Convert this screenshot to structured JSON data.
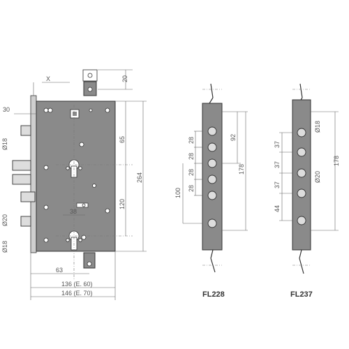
{
  "main_lock": {
    "top_dims": [
      "20",
      "X"
    ],
    "left_dims": [
      "30",
      "Ø18",
      "Ø20",
      "Ø18"
    ],
    "inner_dims": [
      "65",
      "120",
      "38"
    ],
    "outer_dims": [
      "264"
    ],
    "bottom_dims": [
      "63",
      "136 (E. 60)",
      "146 (E. 70)"
    ]
  },
  "fl228": {
    "label": "FL228",
    "left_dims": [
      "28",
      "28",
      "28",
      "28",
      "100"
    ],
    "right_dims": [
      "92",
      "178"
    ]
  },
  "fl237": {
    "label": "FL237",
    "left_dims": [
      "37",
      "37",
      "37",
      "44"
    ],
    "right_dims": [
      "Ø18",
      "Ø20",
      "178"
    ]
  }
}
